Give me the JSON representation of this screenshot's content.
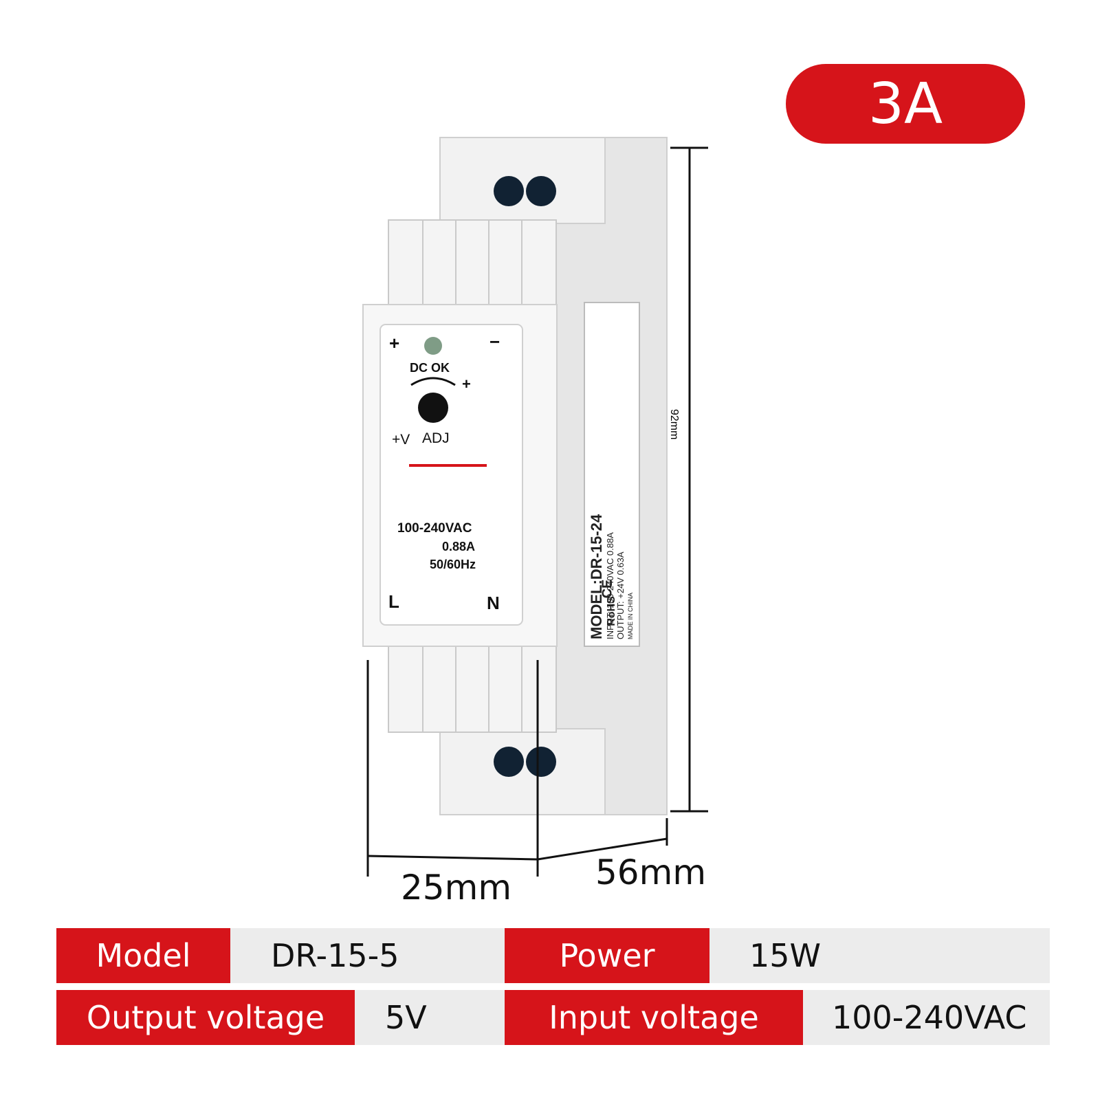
{
  "badge": {
    "label": "3A"
  },
  "dimensions": {
    "height": "92mm",
    "width": "25mm",
    "depth": "56mm"
  },
  "panel": {
    "plus": "+",
    "minus": "−",
    "dc_ok": "DC OK",
    "adj_plus": "+",
    "v_plus": "+V",
    "adj": "ADJ",
    "input_voltage": "100-240VAC",
    "current": "0.88A",
    "frequency": "50/60Hz",
    "l": "L",
    "n": "N"
  },
  "side_label": {
    "model": "MODEL:DR-15-24",
    "input": "INPUT: 100-240VAC 0.88A",
    "output": "OUTPUT: +24V 0.63A",
    "made_in": "MADE IN CHINA",
    "ce": "CE",
    "rohs": "RoHS"
  },
  "specs": {
    "model_label": "Model",
    "model_value": "DR-15-5",
    "power_label": "Power",
    "power_value": "15W",
    "output_label": "Output voltage",
    "output_value": "5V",
    "input_label": "Input voltage",
    "input_value": "100-240VAC"
  },
  "colors": {
    "accent": "#d6141a",
    "row_bg": "#ececec",
    "body": "#eeeeee"
  }
}
